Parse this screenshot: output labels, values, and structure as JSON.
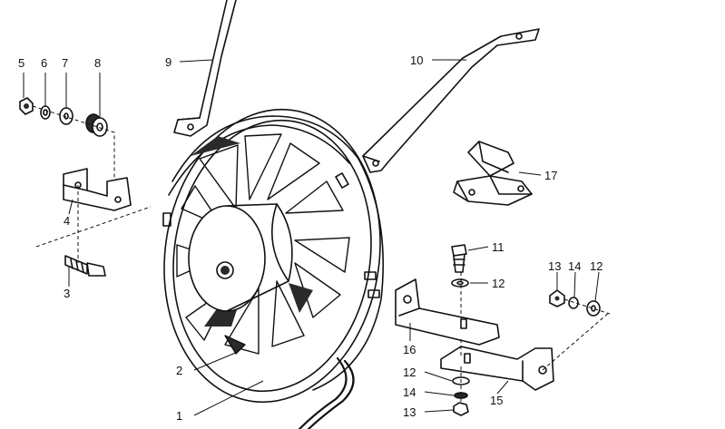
{
  "colors": {
    "ink": "#111111",
    "shade": "#2a2a2a",
    "paper": "#ffffff"
  },
  "diagram": {
    "part_numbers": [
      {
        "id": "p5",
        "label": "5"
      },
      {
        "id": "p6",
        "label": "6"
      },
      {
        "id": "p7",
        "label": "7"
      },
      {
        "id": "p8",
        "label": "8"
      },
      {
        "id": "p9",
        "label": "9"
      },
      {
        "id": "p10",
        "label": "10"
      },
      {
        "id": "p17",
        "label": "17"
      },
      {
        "id": "p4",
        "label": "4"
      },
      {
        "id": "p3",
        "label": "3"
      },
      {
        "id": "p11",
        "label": "11"
      },
      {
        "id": "p12a",
        "label": "12"
      },
      {
        "id": "p13a",
        "label": "13"
      },
      {
        "id": "p14a",
        "label": "14"
      },
      {
        "id": "p12b",
        "label": "12"
      },
      {
        "id": "p16",
        "label": "16"
      },
      {
        "id": "p2",
        "label": "2"
      },
      {
        "id": "p12c",
        "label": "12"
      },
      {
        "id": "p14b",
        "label": "14"
      },
      {
        "id": "p15",
        "label": "15"
      },
      {
        "id": "p13b",
        "label": "13"
      },
      {
        "id": "p1",
        "label": "1"
      }
    ]
  }
}
